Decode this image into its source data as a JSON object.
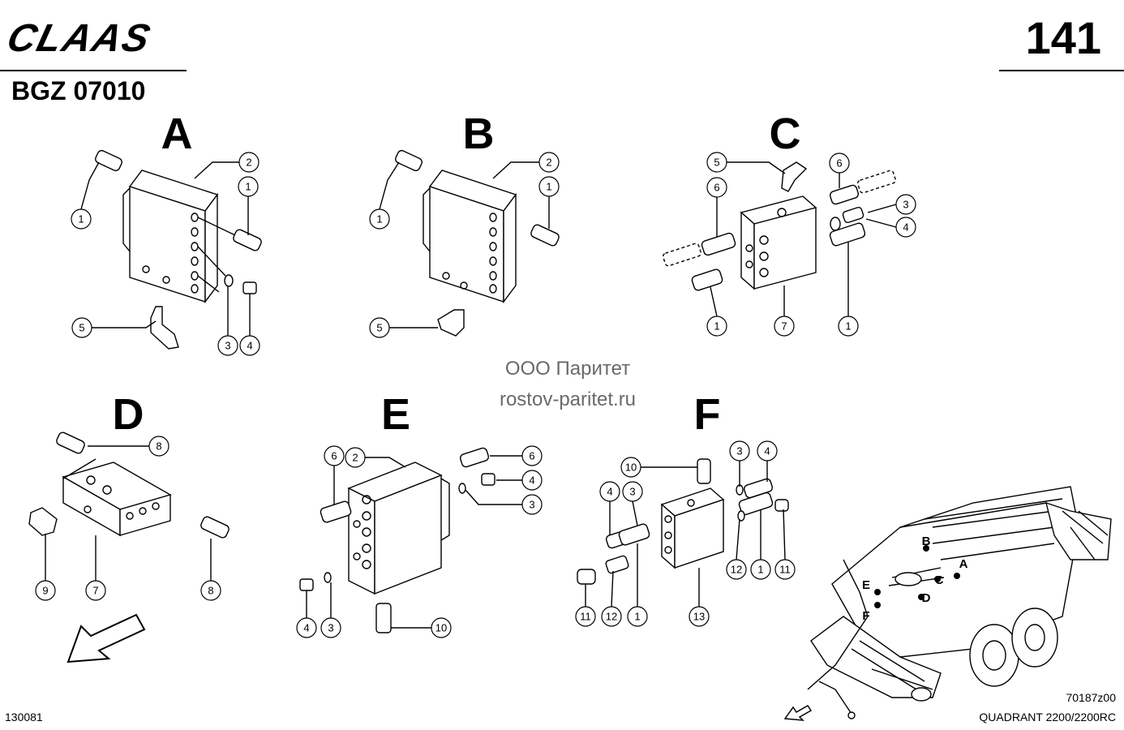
{
  "header": {
    "brand": "CLAAS",
    "page_number": "141",
    "document_code": "BGZ 07010"
  },
  "sections": [
    {
      "letter": "A",
      "callouts": [
        "1",
        "2",
        "1",
        "5",
        "3",
        "4"
      ]
    },
    {
      "letter": "B",
      "callouts": [
        "1",
        "2",
        "1",
        "5"
      ]
    },
    {
      "letter": "C",
      "callouts": [
        "5",
        "6",
        "6",
        "3",
        "4",
        "1",
        "7",
        "1"
      ]
    },
    {
      "letter": "D",
      "callouts": [
        "8",
        "9",
        "7",
        "8"
      ]
    },
    {
      "letter": "E",
      "callouts": [
        "6",
        "2",
        "6",
        "4",
        "3",
        "4",
        "3",
        "10"
      ]
    },
    {
      "letter": "F",
      "callouts": [
        "10",
        "3",
        "4",
        "4",
        "3",
        "12",
        "1",
        "11",
        "11",
        "12",
        "1",
        "13"
      ]
    }
  ],
  "watermark": {
    "line1": "ООО Паритет",
    "line2": "rostov-paritet.ru"
  },
  "overview_labels": [
    "A",
    "B",
    "C",
    "D",
    "E",
    "F"
  ],
  "footer": {
    "drawing_number": "130081",
    "figure_code": "70187z00",
    "model": "QUADRANT 2200/2200RC"
  }
}
